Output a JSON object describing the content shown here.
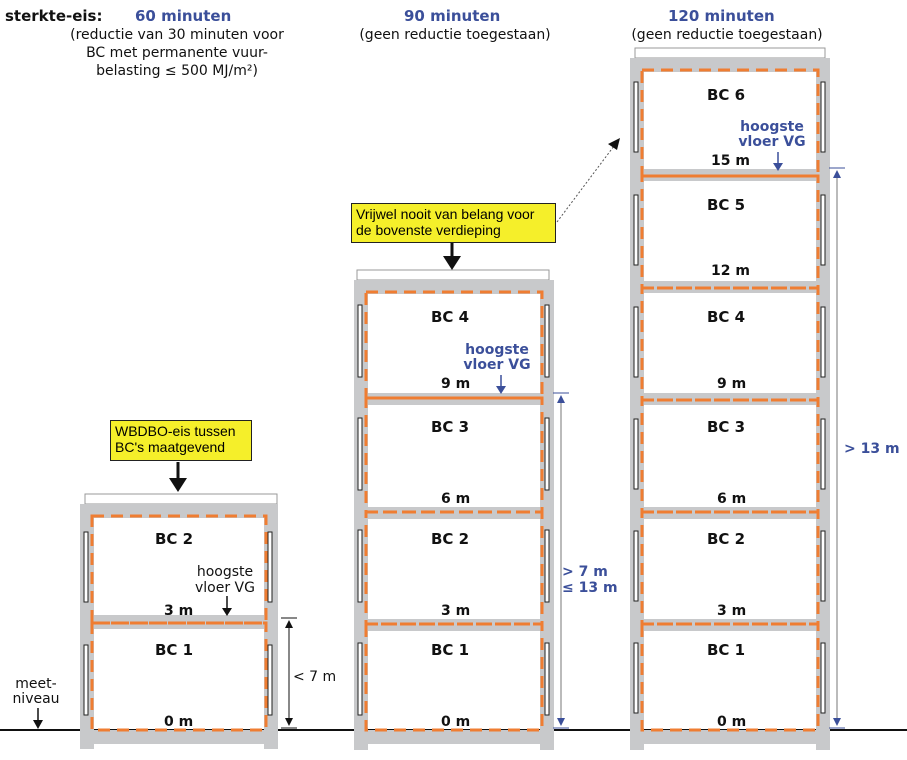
{
  "header": {
    "label": "sterkte-eis:",
    "col1_title": "60  minuten",
    "col1_line1": "(reductie van 30 minuten voor",
    "col1_line2": "BC met permanente vuur-",
    "col1_line3": "belasting ≤ 500 MJ/m²)",
    "col2_title": "90 minuten",
    "col2_line1": "(geen reductie toegestaan)",
    "col3_title": "120 minuten",
    "col3_line1": "(geen reductie toegestaan)"
  },
  "notes": {
    "wbdbo_line1": "WBDBO-eis tussen",
    "wbdbo_line2": "BC's maatgevend",
    "vrijwel_line1": "Vrijwel nooit van belang voor",
    "vrijwel_line2": "de bovenste verdieping"
  },
  "building1": {
    "compartments": [
      "BC 2",
      "BC 1"
    ],
    "levels": [
      "3 m",
      "0 m"
    ],
    "top_floor_line1": "hoogste",
    "top_floor_line2": "vloer VG",
    "dimension": "< 7 m",
    "meet_line1": "meet-",
    "meet_line2": "niveau"
  },
  "building2": {
    "compartments": [
      "BC 4",
      "BC 3",
      "BC 2",
      "BC 1"
    ],
    "levels": [
      "9 m",
      "6 m",
      "3 m",
      "0 m"
    ],
    "top_floor_line1": "hoogste",
    "top_floor_line2": "vloer VG",
    "dimension_line1": "> 7 m",
    "dimension_line2": "≤ 13 m"
  },
  "building3": {
    "compartments": [
      "BC 6",
      "BC 5",
      "BC 4",
      "BC 3",
      "BC 2",
      "BC 1"
    ],
    "levels": [
      "15 m",
      "12 m",
      "9 m",
      "6 m",
      "3 m",
      "0 m"
    ],
    "top_floor_line1": "hoogste",
    "top_floor_line2": "vloer VG",
    "dimension": "> 13 m"
  },
  "colors": {
    "structure": "#c8c9cb",
    "compartment_dash": "#ef7d32",
    "note_fill": "#f5ef2a",
    "accent_blue": "#3b4f9a"
  }
}
